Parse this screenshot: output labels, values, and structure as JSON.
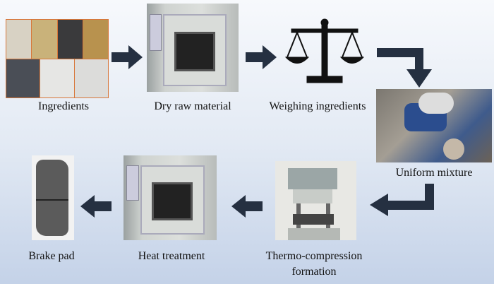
{
  "steps": [
    {
      "label": "Ingredients"
    },
    {
      "label": "Dry raw material"
    },
    {
      "label": "Weighing ingredients"
    },
    {
      "label": "Uniform mixture"
    },
    {
      "label": "Thermo-compression",
      "label2": "formation"
    },
    {
      "label": "Heat treatment"
    },
    {
      "label": "Brake pad"
    }
  ],
  "colors": {
    "arrow": "#253041",
    "border": "#d8773a"
  }
}
